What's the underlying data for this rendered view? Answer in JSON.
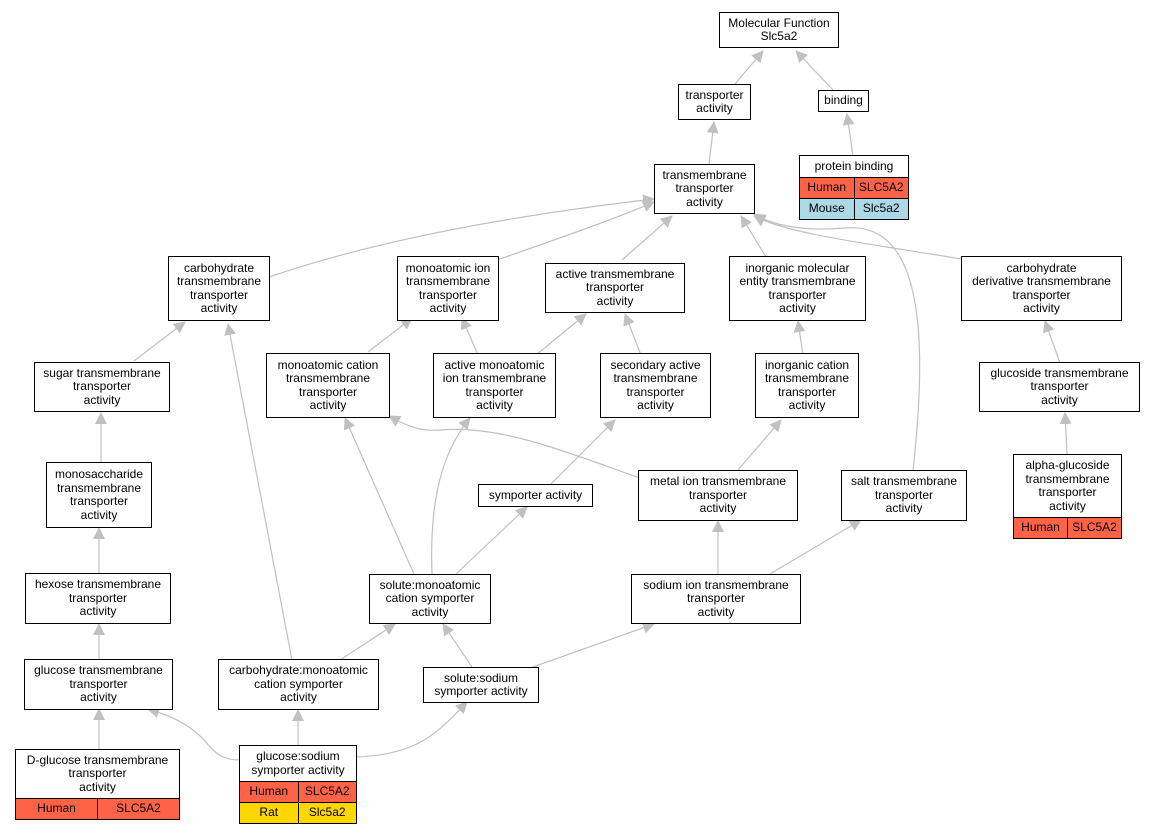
{
  "colors": {
    "edge": "#c0c0c0",
    "human": "#ff6347",
    "mouse": "#add8e6",
    "rat": "#ffd700"
  },
  "nodes": {
    "root": "Molecular Function Slc5a2",
    "transporter_activity": "transporter activity",
    "binding": "binding",
    "protein_binding": "protein binding",
    "transmembrane_transporter": "transmembrane transporter activity",
    "carbohydrate_tt": "carbohydrate transmembrane transporter activity",
    "monoatomic_ion_tt": "monoatomic ion transmembrane transporter activity",
    "active_tt": "active transmembrane transporter activity",
    "inorganic_molecular_tt": "inorganic molecular entity transmembrane transporter activity",
    "carb_derivative_tt": "carbohydrate derivative transmembrane transporter activity",
    "sugar_tt": "sugar transmembrane transporter activity",
    "monoatomic_cation_tt": "monoatomic cation transmembrane transporter activity",
    "active_monoatomic_ion_tt": "active monoatomic ion transmembrane transporter activity",
    "secondary_active_tt": "secondary active transmembrane transporter activity",
    "inorganic_cation_tt": "inorganic cation transmembrane transporter activity",
    "glucoside_tt": "glucoside transmembrane transporter activity",
    "monosaccharide_tt": "monosaccharide transmembrane transporter activity",
    "symporter": "symporter activity",
    "metal_ion_tt": "metal ion transmembrane transporter activity",
    "salt_tt": "salt transmembrane transporter activity",
    "alpha_glucoside_tt": "alpha-glucoside transmembrane transporter activity",
    "hexose_tt": "hexose transmembrane transporter activity",
    "solute_cation_symporter": "solute:monoatomic cation symporter activity",
    "sodium_ion_tt": "sodium ion transmembrane transporter activity",
    "glucose_tt": "glucose transmembrane transporter activity",
    "carb_cation_symporter": "carbohydrate:monoatomic cation symporter activity",
    "solute_sodium_symporter": "solute:sodium symporter activity",
    "d_glucose_tt": "D-glucose transmembrane transporter activity",
    "glucose_sodium_symporter": "glucose:sodium symporter activity"
  },
  "annotations": {
    "protein_binding": [
      {
        "species": "Human",
        "gene": "SLC5A2"
      },
      {
        "species": "Mouse",
        "gene": "Slc5a2"
      }
    ],
    "alpha_glucoside_tt": [
      {
        "species": "Human",
        "gene": "SLC5A2"
      }
    ],
    "d_glucose_tt": [
      {
        "species": "Human",
        "gene": "SLC5A2"
      }
    ],
    "glucose_sodium_symporter": [
      {
        "species": "Human",
        "gene": "SLC5A2"
      },
      {
        "species": "Rat",
        "gene": "Slc5a2"
      }
    ]
  }
}
